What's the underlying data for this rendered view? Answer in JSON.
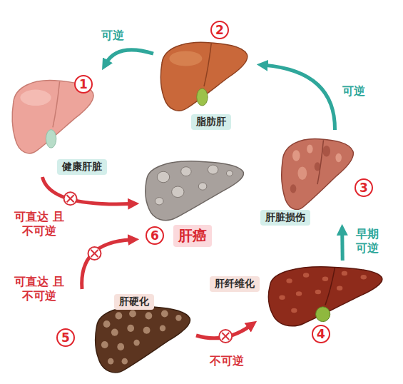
{
  "diagram": {
    "nodes": [
      {
        "text": [
          "1",
          "健康肝脏"
        ]
      },
      {
        "text": [
          "2",
          "脂肪肝"
        ]
      },
      {
        "text": [
          "3",
          "肝脏损伤"
        ]
      },
      {
        "text": [
          "4",
          "肝纤维化"
        ]
      },
      {
        "text": [
          "5",
          "肝硬化"
        ]
      },
      {
        "text": [
          "6",
          "肝癌"
        ]
      }
    ],
    "edges": [
      {
        "from": 1,
        "to": 0,
        "arrow": "to",
        "label": "可逆"
      },
      {
        "from": 2,
        "to": 1,
        "arrow": "to",
        "label": "可逆"
      },
      {
        "from": 3,
        "to": 2,
        "arrow": "to",
        "label": "早期 可逆"
      },
      {
        "from": 4,
        "to": 3,
        "arrow": "to",
        "label": "不可逆"
      },
      {
        "from": 0,
        "to": 5,
        "arrow": "to",
        "label": "可直达 且不可逆"
      },
      {
        "from": 4,
        "to": 5,
        "arrow": "to",
        "label": "可直达 且不可逆"
      }
    ]
  }
}
